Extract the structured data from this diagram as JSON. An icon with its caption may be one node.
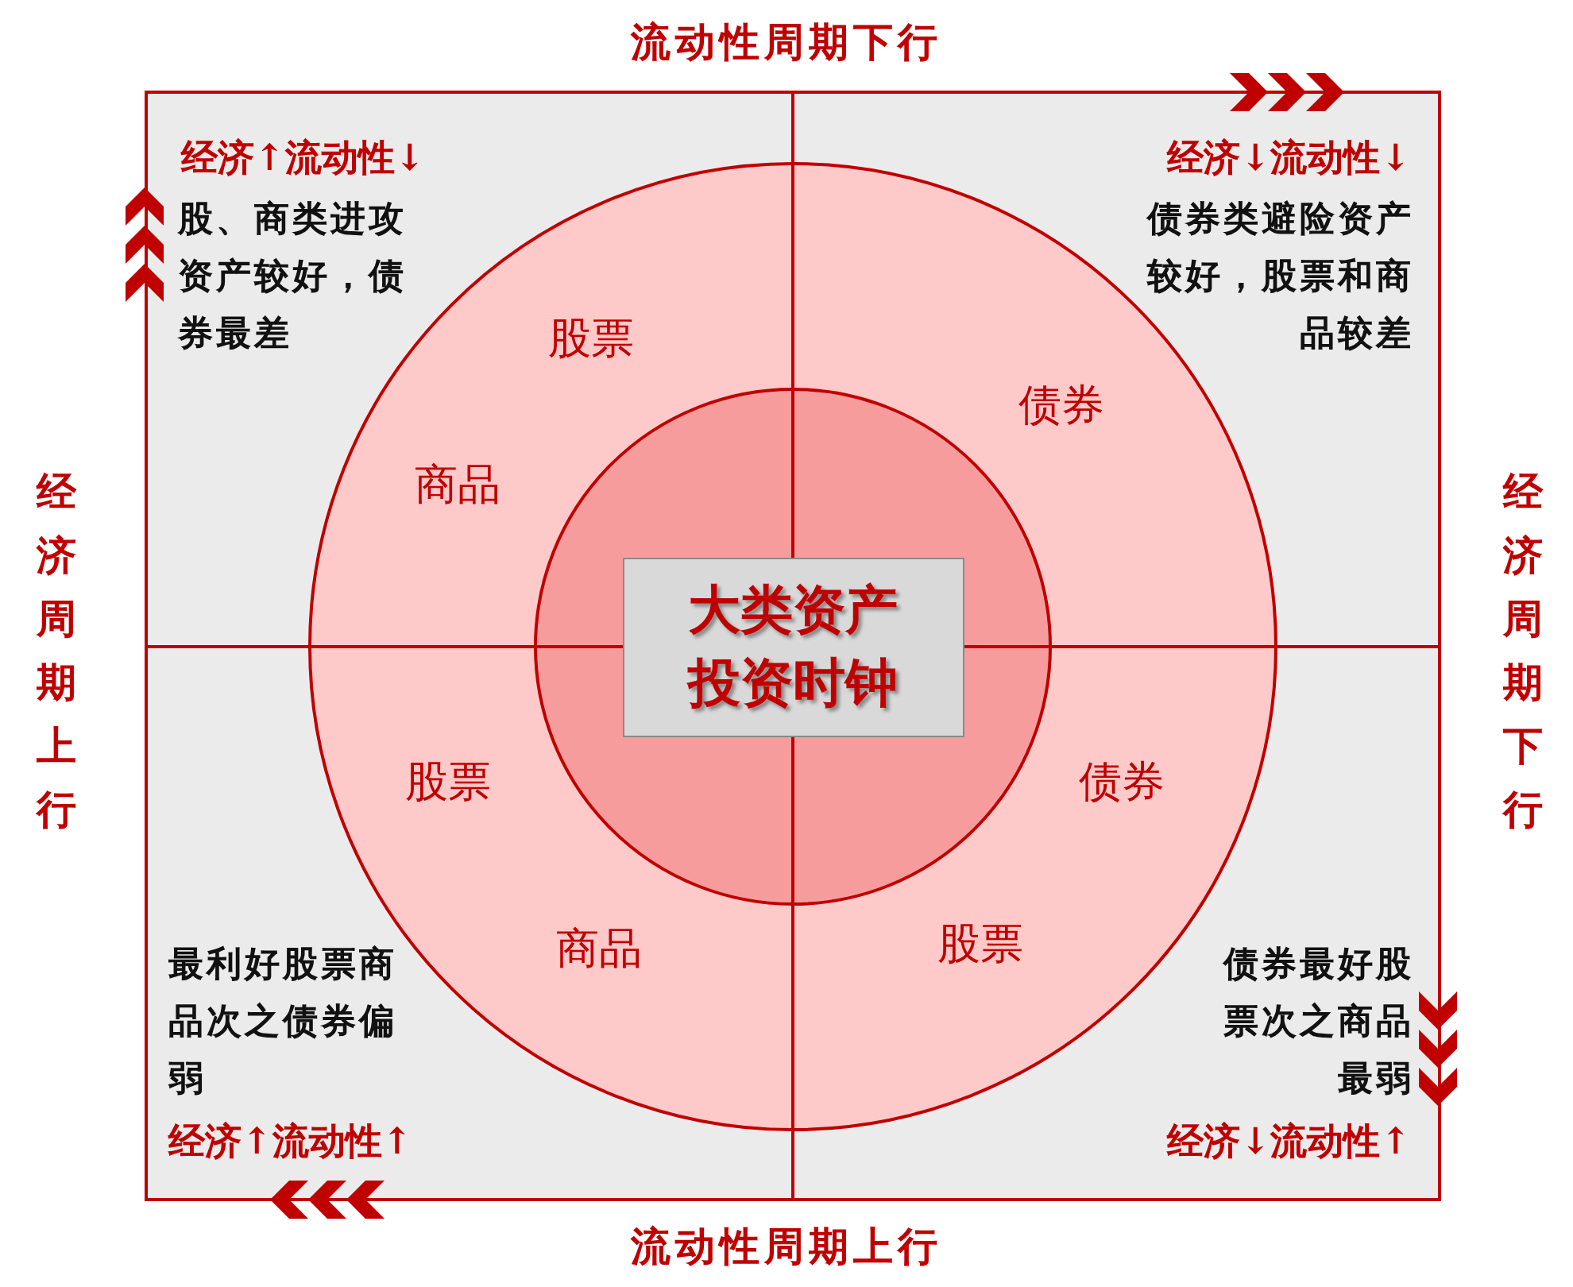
{
  "diagram": {
    "nodes": [
      {
        "text": [
          "股票",
          "债券",
          "商品",
          "股票",
          "债券",
          "商品",
          "股票"
        ]
      },
      {
        "text": [],
        "shape": "circle",
        "in": 0
      },
      {
        "text": [
          "大类资产投资时钟"
        ],
        "in": 1
      }
    ],
    "edges": [],
    "labels": [
      "流动性周期下行",
      "经济↑流动性↓",
      "经济↓流动性↓",
      "股、商类进攻资产较好，债券最差",
      "债券类避险资产较好，股票和商品较差",
      "经济周期上行",
      "经济周期下行",
      "最利好股票商品次之债券偏弱",
      "债券最好股票次之商品最弱",
      "经济↑流动性↑",
      "经济↓流动性↑",
      "流动性周期上行"
    ]
  }
}
